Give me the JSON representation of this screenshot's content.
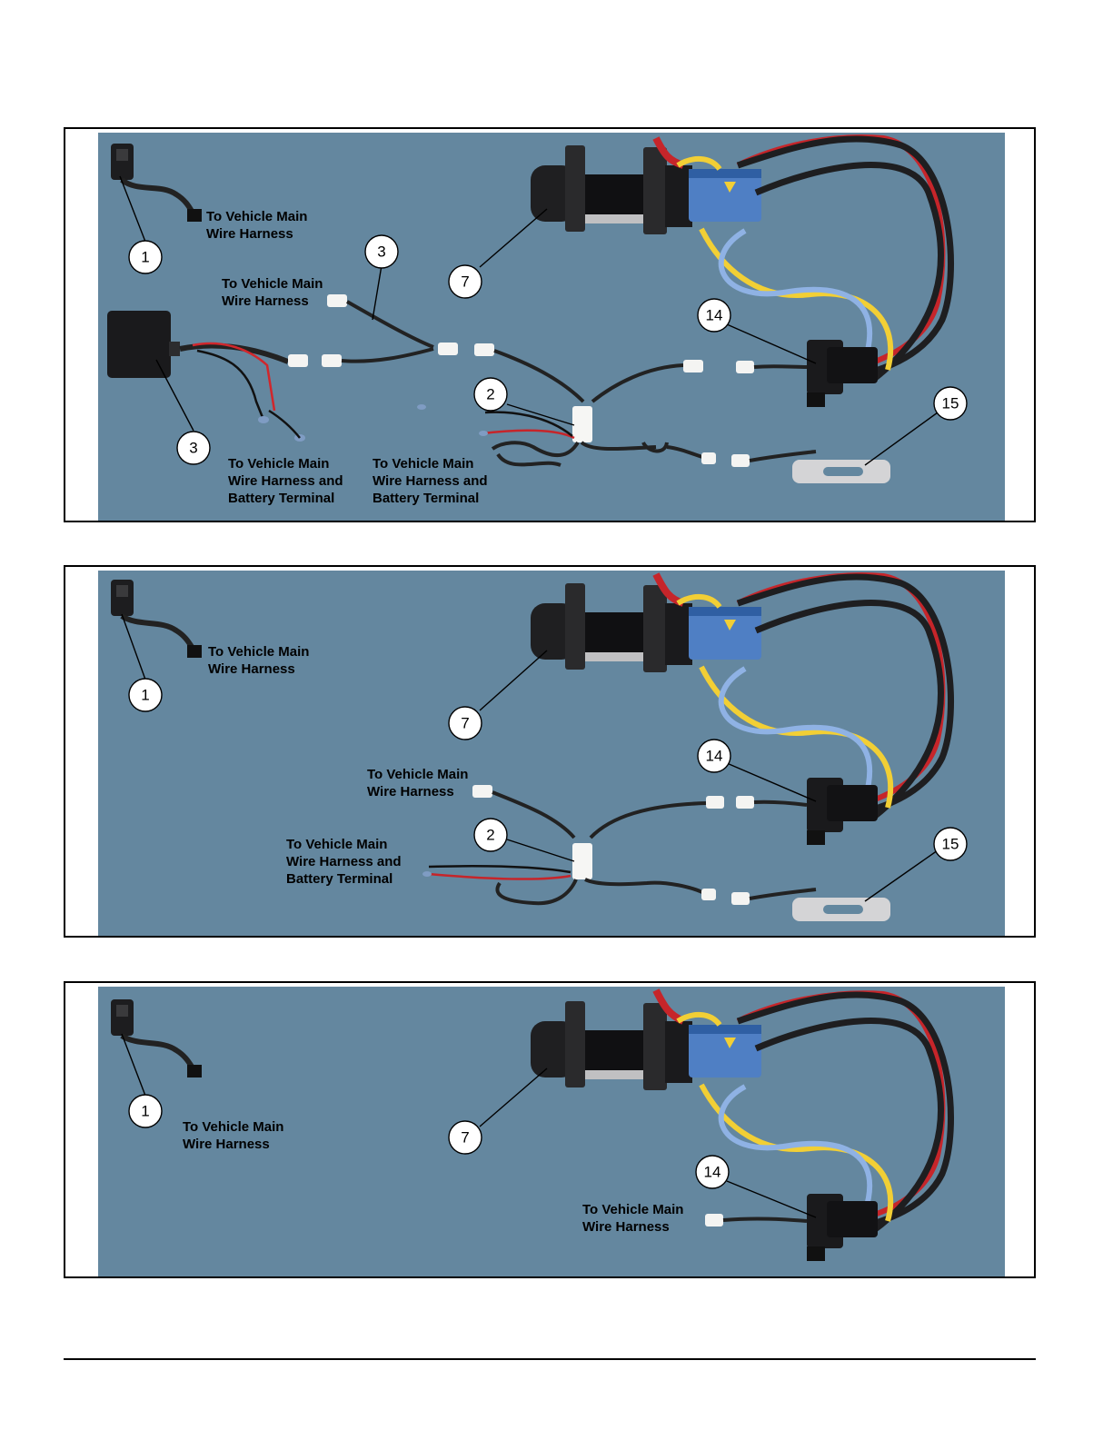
{
  "panels": [
    {
      "callouts": [
        "1",
        "3",
        "3",
        "7",
        "14",
        "2",
        "15"
      ],
      "labels": {
        "switch_harness": [
          "To Vehicle Main",
          "Wire Harness"
        ],
        "relay_harness": [
          "To Vehicle Main",
          "Wire Harness"
        ],
        "battery_left": [
          "To Vehicle Main",
          "Wire Harness and",
          "Battery Terminal"
        ],
        "battery_right": [
          "To Vehicle Main",
          "Wire Harness and",
          "Battery Terminal"
        ]
      }
    },
    {
      "callouts": [
        "1",
        "7",
        "14",
        "2",
        "15"
      ],
      "labels": {
        "switch_harness": [
          "To Vehicle Main",
          "Wire Harness"
        ],
        "module_harness": [
          "To Vehicle Main",
          "Wire Harness"
        ],
        "battery": [
          "To Vehicle Main",
          "Wire Harness and",
          "Battery Terminal"
        ]
      }
    },
    {
      "callouts": [
        "1",
        "7",
        "14"
      ],
      "labels": {
        "switch_harness": [
          "To Vehicle Main",
          "Wire Harness"
        ],
        "contactor_harness": [
          "To Vehicle Main",
          "Wire Harness"
        ]
      }
    }
  ],
  "colors": {
    "photo_background": "#64879f",
    "power_cable_red": "#c6252a",
    "wire_yellow": "#f2cf35",
    "wire_blue": "#8fb2e4",
    "motor_blue": "#4f7fc4"
  }
}
